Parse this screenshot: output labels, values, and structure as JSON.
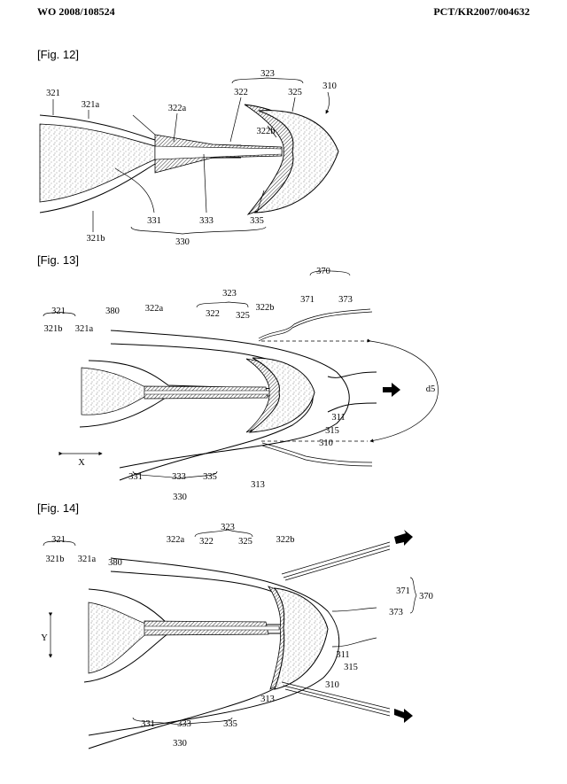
{
  "header": {
    "publication_number": "WO 2008/108524",
    "application_number": "PCT/KR2007/004632"
  },
  "figures": [
    {
      "title": "[Fig. 12]",
      "labels": {
        "l321": "321",
        "l321a": "321a",
        "l321b": "321b",
        "l322": "322",
        "l322a": "322a",
        "l322b": "322b",
        "l323": "323",
        "l325": "325",
        "l310": "310",
        "l330": "330",
        "l331": "331",
        "l333": "333",
        "l335": "335"
      }
    },
    {
      "title": "[Fig. 13]",
      "labels": {
        "l321": "321",
        "l321a": "321a",
        "l321b": "321b",
        "l380": "380",
        "l322": "322",
        "l322a": "322a",
        "l322b": "322b",
        "l323": "323",
        "l325": "325",
        "l370": "370",
        "l371": "371",
        "l373": "373",
        "d5": "d5",
        "l311": "311",
        "l315": "315",
        "l310": "310",
        "l313": "313",
        "axis": "X",
        "l330": "330",
        "l331": "331",
        "l333": "333",
        "l335": "335"
      }
    },
    {
      "title": "[Fig. 14]",
      "labels": {
        "l321": "321",
        "l321a": "321a",
        "l321b": "321b",
        "l380": "380",
        "l322": "322",
        "l322a": "322a",
        "l322b": "322b",
        "l323": "323",
        "l325": "325",
        "l370": "370",
        "l371": "371",
        "l373": "373",
        "l311": "311",
        "l315": "315",
        "l310": "310",
        "l313": "313",
        "axis": "Y",
        "l330": "330",
        "l331": "331",
        "l333": "333",
        "l335": "335"
      }
    }
  ]
}
